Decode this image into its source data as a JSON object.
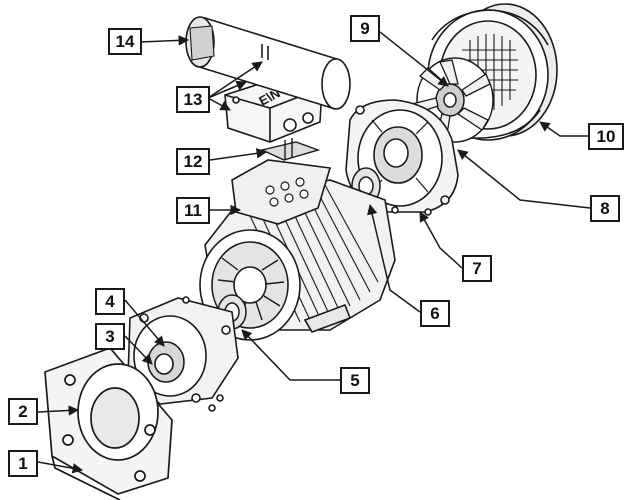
{
  "diagram": {
    "callouts": [
      {
        "id": "c1",
        "label": "1"
      },
      {
        "id": "c2",
        "label": "2"
      },
      {
        "id": "c3",
        "label": "3"
      },
      {
        "id": "c4",
        "label": "4"
      },
      {
        "id": "c5",
        "label": "5"
      },
      {
        "id": "c6",
        "label": "6"
      },
      {
        "id": "c7",
        "label": "7"
      },
      {
        "id": "c8",
        "label": "8"
      },
      {
        "id": "c9",
        "label": "9"
      },
      {
        "id": "c10",
        "label": "10"
      },
      {
        "id": "c11",
        "label": "11"
      },
      {
        "id": "c12",
        "label": "12"
      },
      {
        "id": "c13",
        "label": "13"
      },
      {
        "id": "c14",
        "label": "14"
      }
    ],
    "terminal_cover_text": "E\\N"
  },
  "colors": {
    "ink": "#1a1a1a",
    "shade": "#6b6b6b",
    "paper": "#ffffff",
    "light": "#d8d8d8"
  }
}
